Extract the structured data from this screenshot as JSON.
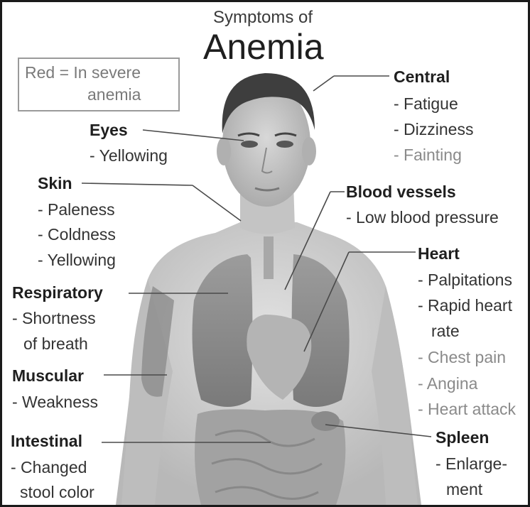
{
  "title": {
    "line1": "Symptoms of",
    "line2": "Anemia"
  },
  "legend": {
    "line1": "Red = In severe",
    "line2": "anemia"
  },
  "sections": {
    "central": {
      "header": "Central",
      "items": [
        "- Fatigue",
        "- Dizziness",
        "- Fainting"
      ]
    },
    "eyes": {
      "header": "Eyes",
      "items": [
        "- Yellowing"
      ]
    },
    "skin": {
      "header": "Skin",
      "items": [
        "- Paleness",
        "- Coldness",
        "- Yellowing"
      ]
    },
    "blood_vessels": {
      "header": "Blood vessels",
      "items": [
        "- Low blood pressure"
      ]
    },
    "heart": {
      "header": "Heart",
      "items": [
        "- Palpitations",
        "- Rapid heart",
        "rate",
        "- Chest pain",
        "- Angina",
        "- Heart attack"
      ]
    },
    "respiratory": {
      "header": "Respiratory",
      "items": [
        "- Shortness",
        "of breath"
      ]
    },
    "muscular": {
      "header": "Muscular",
      "items": [
        "- Weakness"
      ]
    },
    "intestinal": {
      "header": "Intestinal",
      "items": [
        "- Changed",
        "stool color"
      ]
    },
    "spleen": {
      "header": "Spleen",
      "items": [
        "- Enlarge-",
        "ment"
      ]
    }
  },
  "colors": {
    "severe": "#8a8a8a",
    "normal": "#333333",
    "body": "#d6d6d6"
  }
}
